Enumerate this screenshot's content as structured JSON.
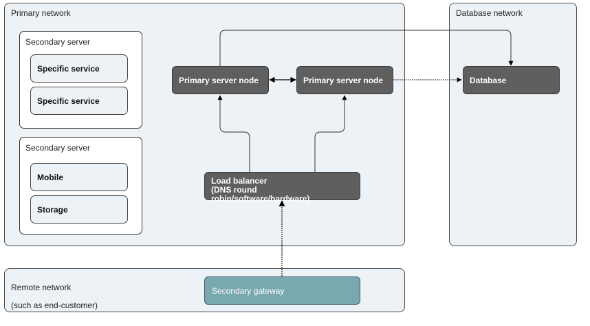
{
  "zones": {
    "primary": "Primary network",
    "database": "Database network",
    "remote_line1": "Remote network",
    "remote_line2": "(such as end-customer)"
  },
  "secondary_servers": [
    {
      "label": "Secondary server",
      "services": [
        "Specific service",
        "Specific service"
      ]
    },
    {
      "label": "Secondary server",
      "services": [
        "Mobile",
        "Storage"
      ]
    }
  ],
  "nodes": {
    "primary_left": "Primary server node",
    "primary_right": "Primary server node",
    "database": "Database",
    "load_balancer_line1": "Load balancer",
    "load_balancer_line2": "(DNS round robin/software/hardware)",
    "gateway": "Secondary gateway"
  },
  "colors": {
    "zone_fill": "#edf2f7",
    "node_fill": "#5f5f5f",
    "gateway_fill": "#79a8b1",
    "connector": "#000000"
  }
}
